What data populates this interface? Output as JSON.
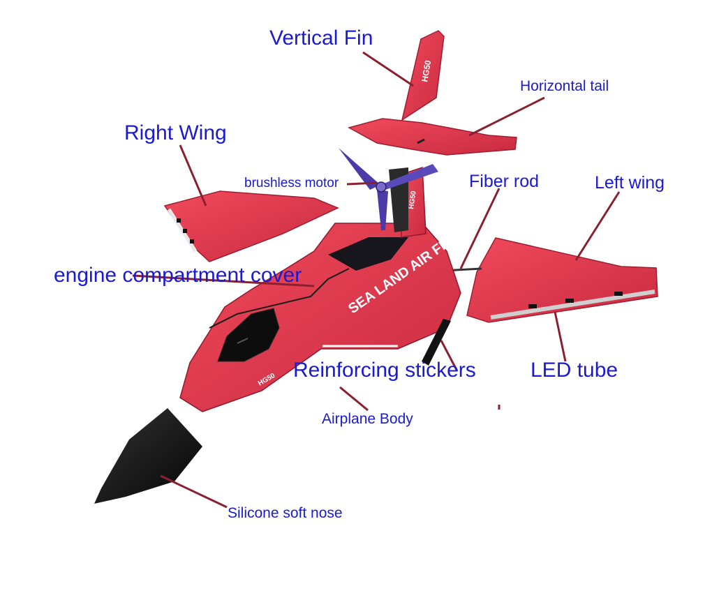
{
  "labels": {
    "vertical_fin": "Vertical Fin",
    "horizontal_tail": "Horizontal tail",
    "right_wing": "Right Wing",
    "brushless_motor": "brushless motor",
    "fiber_rod": "Fiber rod",
    "left_wing": "Left wing",
    "engine_cover": "engine compartment cover",
    "reinforcing_stickers": "Reinforcing stickers",
    "led_tube": "LED tube",
    "airplane_body": "Airplane Body",
    "silicone_nose": "Silicone soft nose"
  },
  "decals": {
    "fuselage_text": "SEA LAND AIR FIGHTER",
    "fin_code": "HG50",
    "pylon_code": "HG50",
    "nose_badge": "HG50"
  },
  "colors": {
    "label_text": "#1a1ad2",
    "leader_line": "#8a1f2f",
    "airframe_red": "#e33548",
    "airframe_dark": "#b8243a",
    "nose_black": "#111111",
    "propeller": "#4b3aa8"
  }
}
